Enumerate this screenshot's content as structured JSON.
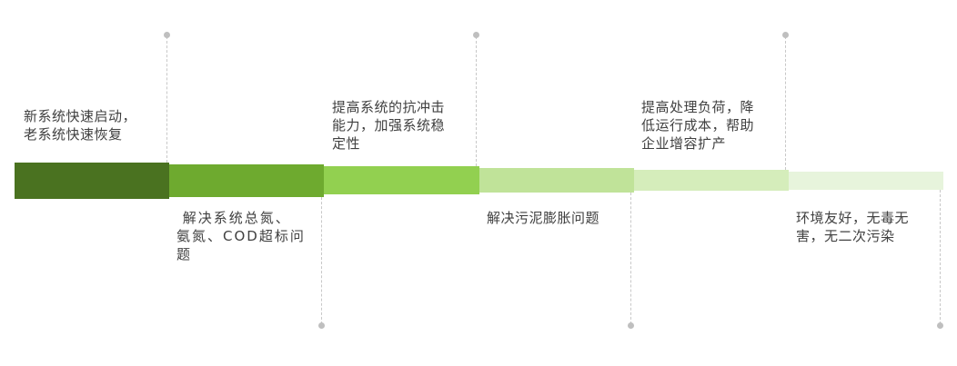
{
  "timeline": {
    "steps": [
      {
        "label": "新系统快速启动，\n老系统快速恢复",
        "position": "top",
        "color": "#4a7220"
      },
      {
        "label": " 解决系统总氮、\n氨氮、COD超标问\n题",
        "position": "bottom",
        "color": "#6eaa2f"
      },
      {
        "label": "提高系统的抗冲击\n能力，加强系统稳\n定性",
        "position": "top",
        "color": "#92d050"
      },
      {
        "label": "解决污泥膨胀问题",
        "position": "bottom",
        "color": "#c0e399"
      },
      {
        "label": "提高处理负荷，降\n低运行成本，帮助\n企业增容扩产",
        "position": "top",
        "color": "#d5edbb"
      },
      {
        "label": "环境友好，无毒无\n害，无二次污染",
        "position": "bottom",
        "color": "#e7f4dc"
      }
    ],
    "connector_color": "#c8c8c8",
    "dot_color": "#bfbfbf"
  }
}
